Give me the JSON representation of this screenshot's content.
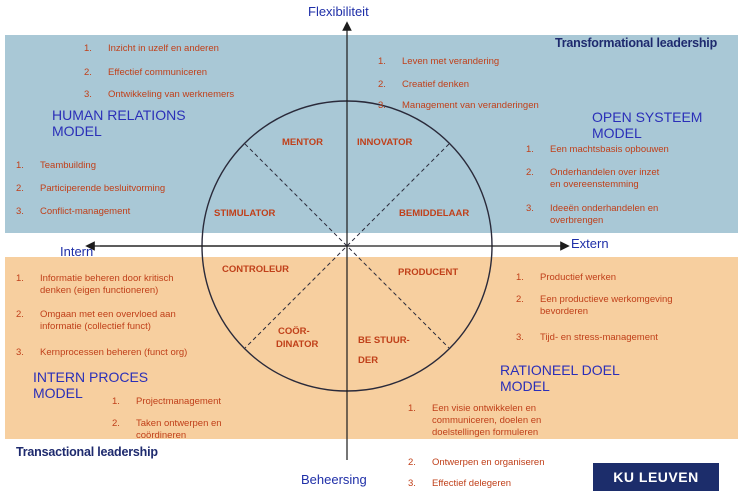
{
  "axes": {
    "top": "Flexibiliteit",
    "bottom": "Beheersing",
    "left": "Intern",
    "right": "Extern"
  },
  "leadership": {
    "transformational": "Transformational leadership",
    "transactional": "Transactional leadership"
  },
  "models": {
    "human_relations": [
      "HUMAN RELATIONS",
      "MODEL"
    ],
    "open_system": [
      "OPEN SYSTEEM",
      "MODEL"
    ],
    "internal_process": [
      "INTERN PROCES",
      "MODEL"
    ],
    "rational_goal": [
      "RATIONEEL DOEL",
      "MODEL"
    ]
  },
  "roles": {
    "mentor": "MENTOR",
    "innovator": "INNOVATOR",
    "stimulator": "STIMULATOR",
    "bemiddelaar": "BEMIDDELAAR",
    "controleur": "CONTROLEUR",
    "producent": "PRODUCENT",
    "coordinator": [
      "COÖR-",
      "DINATOR"
    ],
    "bestuurder": [
      "BE STUUR-",
      "DER"
    ]
  },
  "lists": {
    "mentor": [
      {
        "n": "1.",
        "text": [
          "Inzicht in uzelf en anderen"
        ]
      },
      {
        "n": "2.",
        "text": [
          "Effectief communiceren"
        ]
      },
      {
        "n": "3.",
        "text": [
          "Ontwikkeling van werknemers"
        ]
      }
    ],
    "innovator": [
      {
        "n": "1.",
        "text": [
          "Leven met verandering"
        ]
      },
      {
        "n": "2.",
        "text": [
          "Creatief denken"
        ]
      },
      {
        "n": "3.",
        "text": [
          "Management van veranderingen"
        ]
      }
    ],
    "stimulator": [
      {
        "n": "1.",
        "text": [
          "Teambuilding"
        ]
      },
      {
        "n": "2.",
        "text": [
          "Participerende besluitvorming"
        ]
      },
      {
        "n": "3.",
        "text": [
          "Conflict-management"
        ]
      }
    ],
    "bemiddelaar": [
      {
        "n": "1.",
        "text": [
          "Een machtsbasis opbouwen"
        ]
      },
      {
        "n": "2.",
        "text": [
          "Onderhandelen over inzet",
          "en overeenstemming"
        ]
      },
      {
        "n": "3.",
        "text": [
          "Ideeën onderhandelen en",
          "overbrengen"
        ]
      }
    ],
    "controleur": [
      {
        "n": "1.",
        "text": [
          "Informatie beheren door kritisch",
          "denken (eigen functioneren)"
        ]
      },
      {
        "n": "2.",
        "text": [
          "Omgaan met een overvloed aan",
          "informatie (collectief funct)"
        ]
      },
      {
        "n": "3.",
        "text": [
          "Kernprocessen beheren (funct org)"
        ]
      }
    ],
    "producent": [
      {
        "n": "1.",
        "text": [
          "Productief werken"
        ]
      },
      {
        "n": "2.",
        "text": [
          "Een productieve werkomgeving",
          "bevorderen"
        ]
      },
      {
        "n": "3.",
        "text": [
          "Tijd- en stress-management"
        ]
      }
    ],
    "coordinator": [
      {
        "n": "1.",
        "text": [
          "Projectmanagement"
        ]
      },
      {
        "n": "2.",
        "text": [
          "Taken ontwerpen en",
          "coördineren"
        ]
      }
    ],
    "bestuurder": [
      {
        "n": "1.",
        "text": [
          "Een visie ontwikkelen en",
          "communiceren, doelen en",
          "doelstellingen formuleren"
        ]
      },
      {
        "n": "2.",
        "text": [
          "Ontwerpen en organiseren"
        ]
      },
      {
        "n": "3.",
        "text": [
          "Effectief delegeren"
        ]
      }
    ]
  },
  "logo": "KU LEUVEN",
  "colors": {
    "blue_quadrant": "#a9c8d6",
    "orange_quadrant": "#f7cf9f",
    "item_text": "#c0401a",
    "model_text": "#2b2fb8",
    "logo_bg": "#1c2d6b"
  }
}
